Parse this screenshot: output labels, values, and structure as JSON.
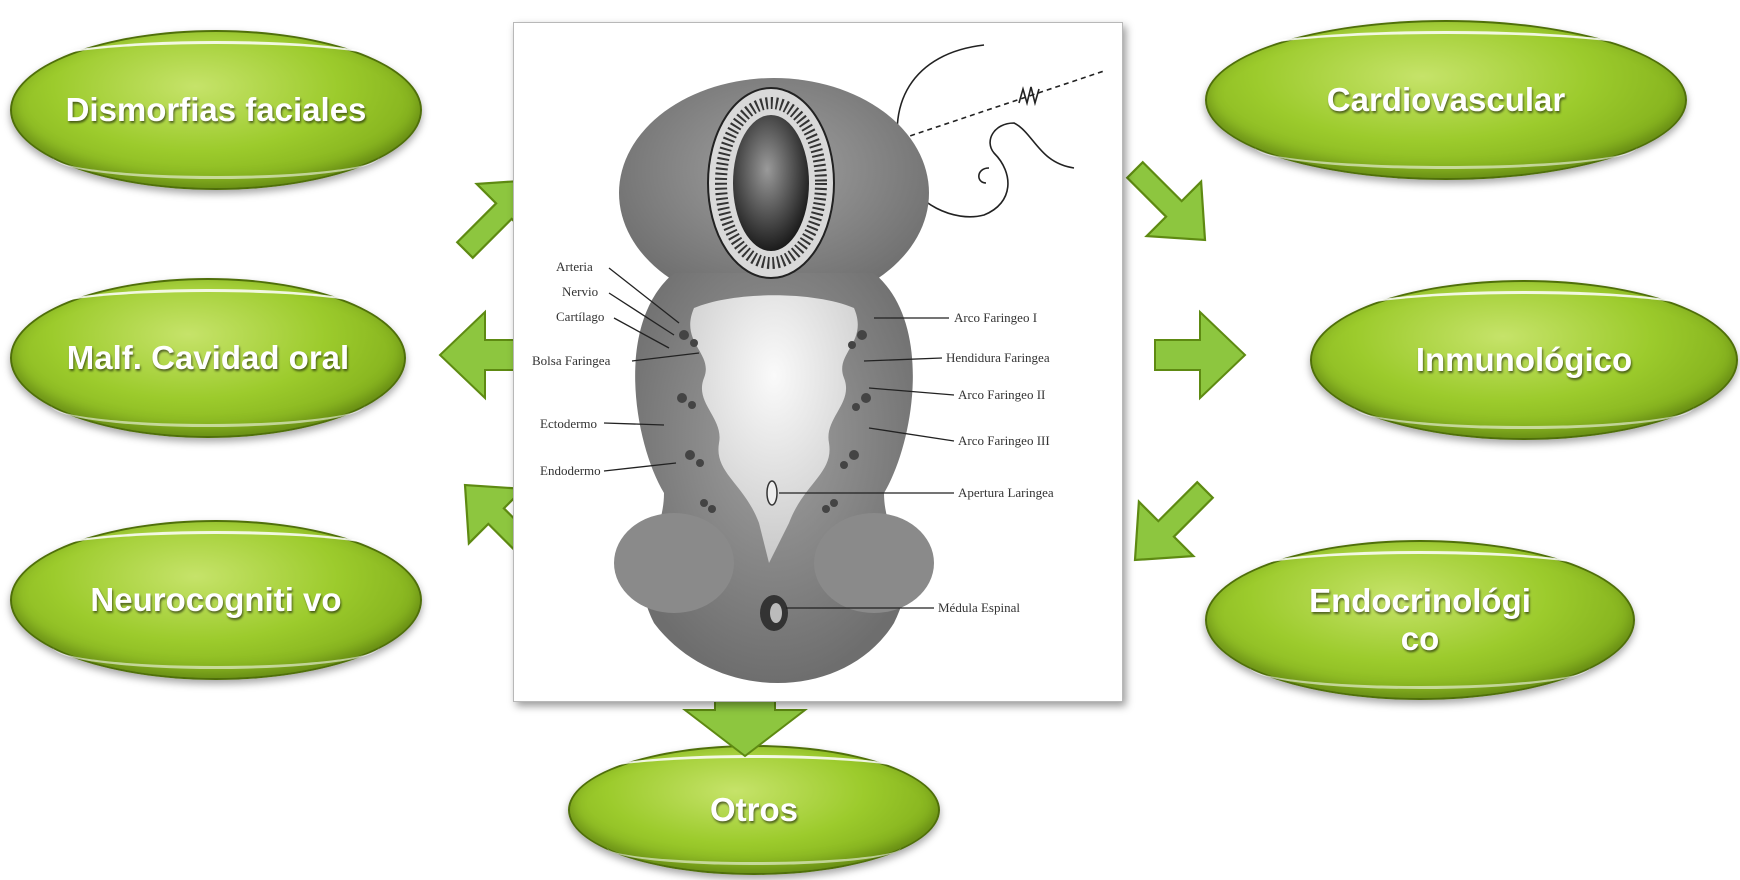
{
  "nodes": {
    "dismorfias": "Dismorfias faciales",
    "malf_cavidad": "Malf. Cavidad oral",
    "neurocognitivo": "Neurocogniti vo",
    "cardiovascular": "Cardiovascular",
    "inmunologico": "Inmunológico",
    "endocrinologico": "Endocrinológi co",
    "otros": "Otros"
  },
  "figure_labels": {
    "arteria": "Arteria",
    "nervio": "Nervio",
    "cartilago": "Cartílago",
    "bolsa_faringea": "Bolsa Faringea",
    "ectodermo": "Ectodermo",
    "endodermo": "Endodermo",
    "arco_1": "Arco Faringeo I",
    "hendidura": "Hendidura Faringea",
    "arco_2": "Arco Faringeo II",
    "arco_3": "Arco Faringeo III",
    "apertura": "Apertura Laringea",
    "medula": "Médula Espinal"
  },
  "colors": {
    "node_fill": "#9ccb2c",
    "arrow_fill": "#8dc63f",
    "node_text": "#ffffff"
  }
}
